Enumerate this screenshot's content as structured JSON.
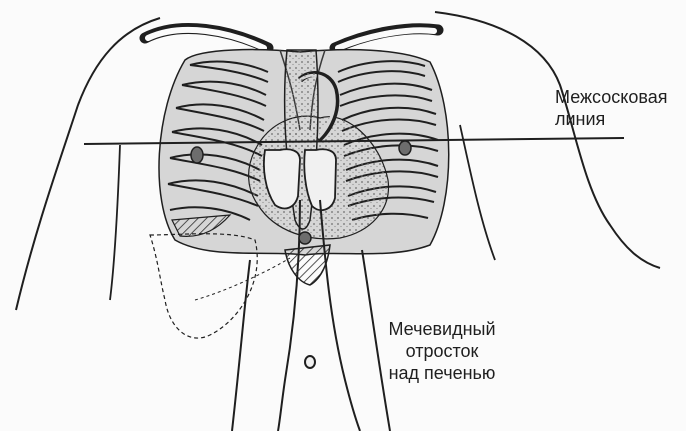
{
  "figure": {
    "labels": {
      "intercostal_line": [
        "Межсосковая",
        "линия"
      ],
      "xiphoid_over_liver": [
        "Мечевидный",
        "отросток",
        "над печенью"
      ]
    },
    "colors": {
      "ink": "#1f1f1f",
      "paper": "#fbfbfb",
      "shade": "#9b9b9b",
      "light_shade": "#d6d6d6"
    }
  }
}
